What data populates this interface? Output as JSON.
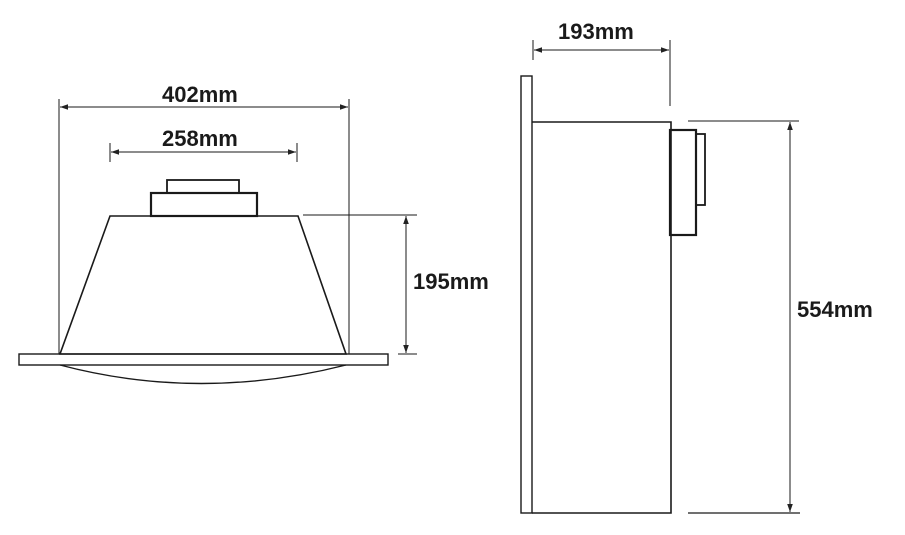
{
  "front_view": {
    "width_overall": "402mm",
    "width_top": "258mm",
    "height": "195mm"
  },
  "side_view": {
    "depth": "193mm",
    "height": "554mm"
  },
  "colors": {
    "line": "#1a1a1a",
    "background": "#ffffff"
  }
}
